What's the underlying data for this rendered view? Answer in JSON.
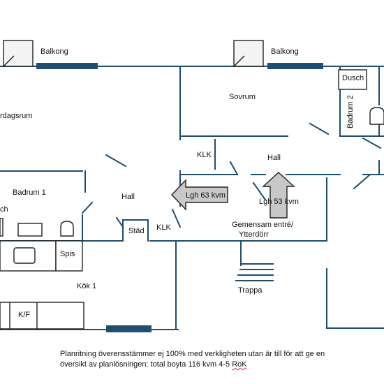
{
  "rooms": {
    "balkong_left": "Balkong",
    "balkong_right": "Balkong",
    "vardagsrum": "rdagsrum",
    "sovrum": "Sovrum",
    "dusch_right": "Dusch",
    "badrum2": "Badrum 2",
    "klk_upper": "KLK",
    "hall_right": "Hall",
    "badrum1": "Badrum 1",
    "dusch_left": "ch",
    "hall_left": "Hall",
    "lgh63": "Lgh 63 kvm",
    "lgh53": "Lgh 53 kvm",
    "stad": "Städ",
    "klk_lower": "KLK",
    "entre_line1": "Gemensam entré/",
    "entre_line2": "Ytterdörr",
    "spis": "Spis",
    "kok1": "Kök 1",
    "trappa": "Trappa",
    "kf": "K/F"
  },
  "note": {
    "line1": "Planritning överensstämmer ej 100% med verkligheten utan är till för att ge en",
    "line2_before": "översikt av planlösningen: total boyta 116 kvm 4-5 ",
    "line2_word": "RoK"
  },
  "colors": {
    "wall": "#1f4e6e",
    "window": "#1f4e6e",
    "arrow_fill": "#c8c8c8",
    "fixture_stroke": "#222222"
  }
}
